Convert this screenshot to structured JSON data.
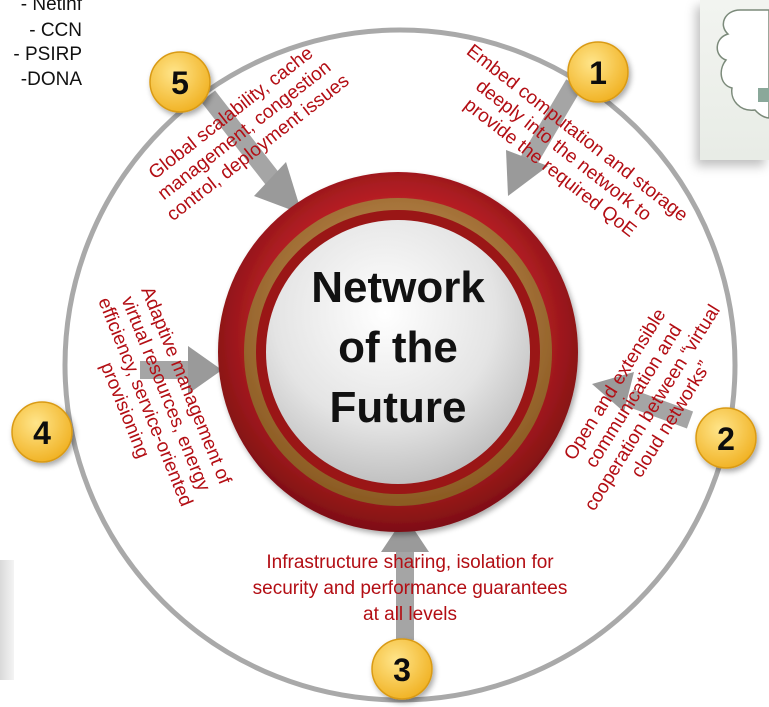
{
  "fragments": {
    "netinf": "- Netinf",
    "ccn": "- CCN",
    "psirp": "- PSIRP",
    "dona": "-DONA"
  },
  "center": {
    "line1": "Network",
    "line2": "of the",
    "line3": "Future"
  },
  "badges": [
    "1",
    "2",
    "3",
    "4",
    "5"
  ],
  "captions": {
    "c1": [
      "Embed computation and storage",
      "deeply into the network to",
      "provide the required QoE"
    ],
    "c2": [
      "Open and extensible",
      "communication and",
      "cooperation between “virtual",
      "cloud networks”"
    ],
    "c3": [
      "Infrastructure sharing, isolation for",
      "security and performance guarantees",
      "at all levels"
    ],
    "c4": [
      "Adaptive management of",
      "virtual resources, energy",
      "efficiency, service-oriented",
      "provisioning"
    ],
    "c5": [
      "Global scalability, cache",
      "management, congestion",
      "control,  deployment issues"
    ]
  },
  "colors": {
    "caption_red": "#b30e14",
    "badge_fill": "#f5c233",
    "ring_red": "#a8191d",
    "ring_gold": "#b8823a",
    "arrow_gray": "#9a9a9a",
    "outer_circle": "#a9a9a9"
  }
}
